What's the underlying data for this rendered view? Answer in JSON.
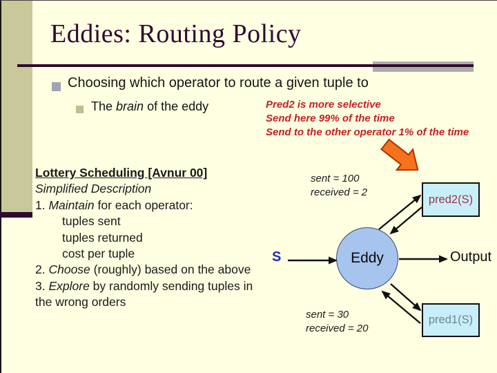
{
  "slide": {
    "title": "Eddies: Routing Policy",
    "bullet_text": "Choosing which operator to route a given tuple to",
    "sub_bullet": {
      "pre": "The ",
      "em": "brain",
      "post": " of the eddy"
    }
  },
  "annotation": {
    "line1": "Pred2 is more selective",
    "line2": "Send here 99% of the time",
    "line3": "Send to the other operator 1% of the time"
  },
  "lottery": {
    "heading": "Lottery Scheduling [Avnur 00]",
    "subheading": "Simplified Description",
    "item1": {
      "pre": "1. ",
      "em": "Maintain",
      "post": " for each operator:"
    },
    "sub_items": [
      "tuples sent",
      "tuples returned",
      "cost per tuple"
    ],
    "item2": {
      "pre": "2. ",
      "em": "Choose",
      "post": " (roughly) based on the above"
    },
    "item3": {
      "pre": "3. ",
      "em": "Explore",
      "post": " by randomly sending tuples in"
    },
    "item3_cont": "the wrong orders"
  },
  "diagram": {
    "source_label": "S",
    "eddy_label": "Eddy",
    "output_label": "Output",
    "pred2_box_label": "pred2(S)",
    "pred1_box_label": "pred1(S)",
    "pred2_stats_line1": "sent = 100",
    "pred2_stats_line2": "received = 2",
    "pred1_stats_line1": "sent = 30",
    "pred1_stats_line2": "received = 20"
  },
  "colors": {
    "background": "#FFFFE2",
    "sidebar_olive": "#C8C89B",
    "title_purple": "#2E0A30",
    "accent_gray": "#ACACAC",
    "annotation_red": "#C22222",
    "eddy_fill": "#A7C4EE",
    "pred_box_fill": "#C8EFF9",
    "pred2_text": "#A03545",
    "pred1_text": "#6C8495",
    "source_blue": "#2030B8",
    "arrow_orange": "#F4731C"
  }
}
